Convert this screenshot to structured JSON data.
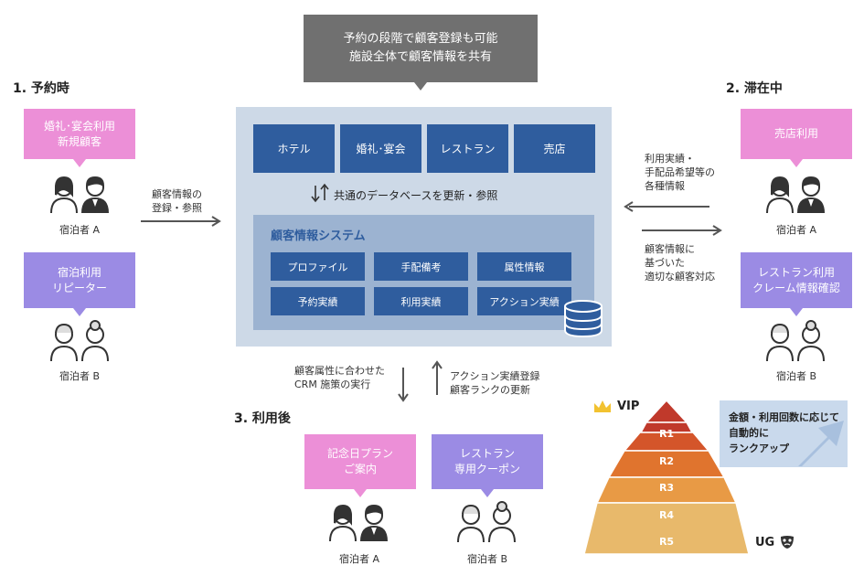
{
  "top_note": {
    "line1": "予約の段階で顧客登録も可能",
    "line2": "施設全体で顧客情報を共有"
  },
  "stages": {
    "s1": "1. 予約時",
    "s2": "2. 滞在中",
    "s3": "3. 利用後"
  },
  "left": {
    "bubble_a": {
      "line1": "婚礼･宴会利用",
      "line2": "新規顧客"
    },
    "guest_a": "宿泊者 A",
    "bubble_b": {
      "line1": "宿泊利用",
      "line2": "リピーター"
    },
    "guest_b": "宿泊者 B",
    "arrow_label": {
      "line1": "顧客情報の",
      "line2": "登録・参照"
    }
  },
  "center": {
    "departments": [
      "ホテル",
      "婚礼･宴会",
      "レストラン",
      "売店"
    ],
    "db_update": "共通のデータベースを更新・参照",
    "system_title": "顧客情報システム",
    "items": [
      "プロファイル",
      "手配備考",
      "属性情報",
      "予約実績",
      "利用実績",
      "アクション実績"
    ]
  },
  "right": {
    "bubble_a": "売店利用",
    "guest_a": "宿泊者 A",
    "bubble_b": {
      "line1": "レストラン利用",
      "line2": "クレーム情報確認"
    },
    "guest_b": "宿泊者 B",
    "in_label": {
      "line1": "利用実績・",
      "line2": "手配品希望等の",
      "line3": "各種情報"
    },
    "out_label": {
      "line1": "顧客情報に",
      "line2": "基づいた",
      "line3": "適切な顧客対応"
    }
  },
  "bottom": {
    "down_label": {
      "line1": "顧客属性に合わせた",
      "line2": "CRM 施策の実行"
    },
    "up_label": {
      "line1": "アクション実績登録",
      "line2": "顧客ランクの更新"
    },
    "bubble_a": {
      "line1": "記念日プラン",
      "line2": "ご案内"
    },
    "guest_a": "宿泊者 A",
    "bubble_b": {
      "line1": "レストラン",
      "line2": "専用クーポン"
    },
    "guest_b": "宿泊者 B"
  },
  "pyramid": {
    "top_label": "VIP",
    "bottom_label": "UG",
    "ranks": [
      "R1",
      "R2",
      "R3",
      "R4",
      "R5"
    ],
    "colors": [
      "#c0392b",
      "#d4552a",
      "#e0742e",
      "#e89a45",
      "#e8b96b"
    ],
    "note": {
      "line1": "金額・利用回数に応じて",
      "line2": "自動的に",
      "line3": "ランクアップ"
    }
  }
}
